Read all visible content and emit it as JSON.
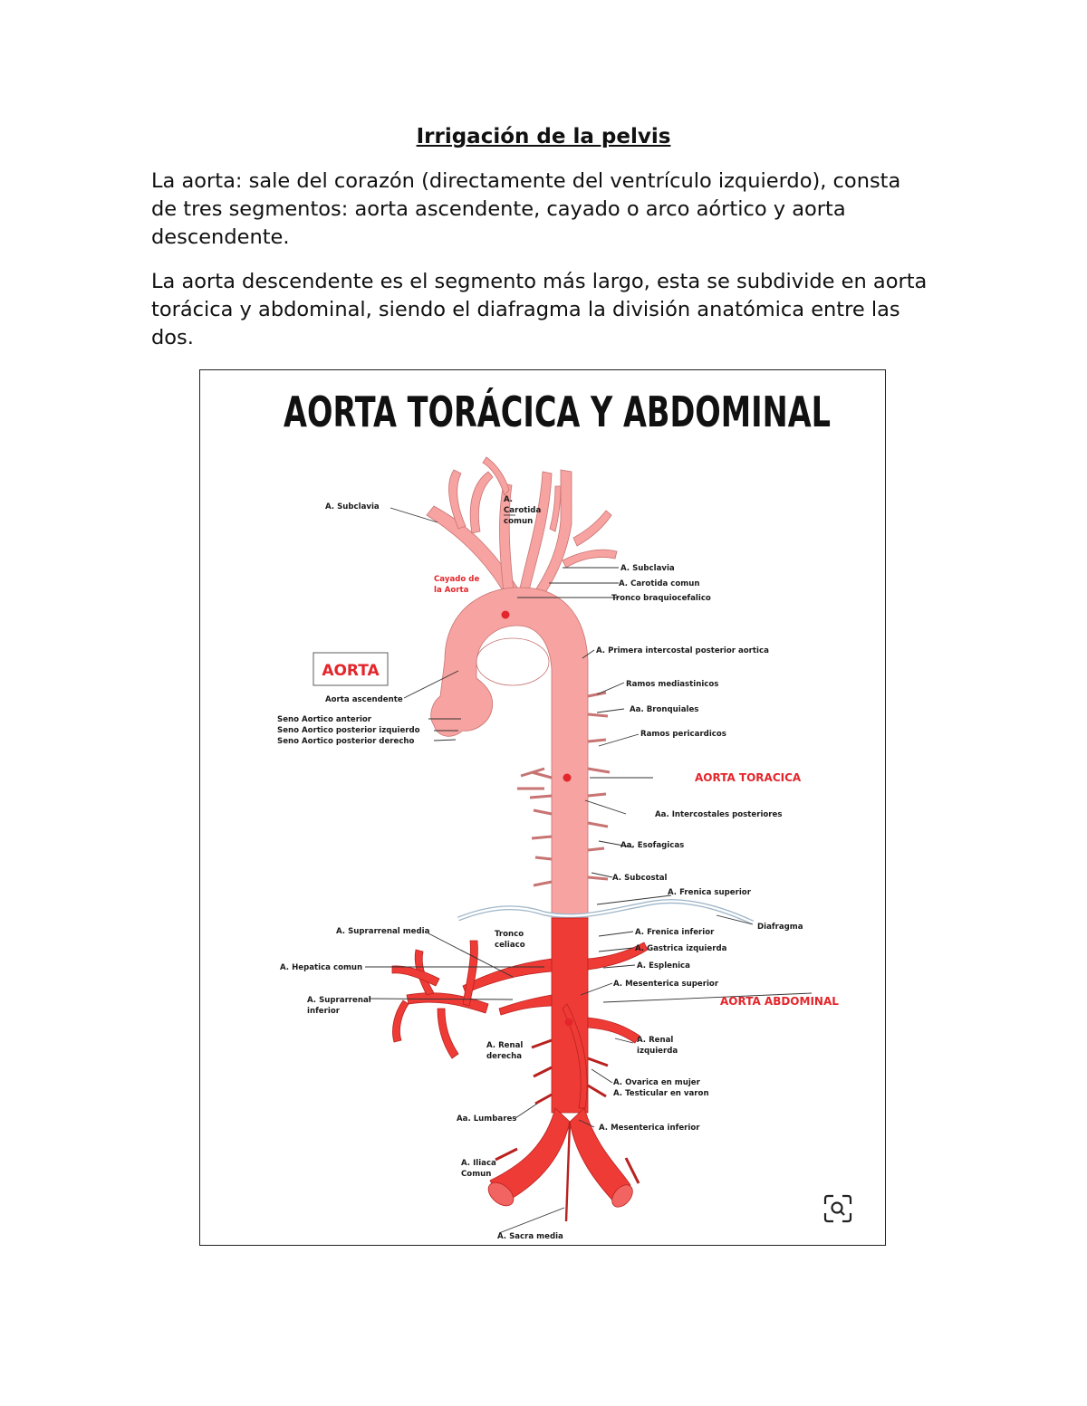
{
  "document": {
    "title": "Irrigación de la pelvis",
    "paragraphs": [
      "La aorta:  sale del corazón (directamente del ventrículo izquierdo), consta de tres segmentos: aorta ascendente, cayado o arco aórtico y aorta descendente.",
      "La aorta descendente es el segmento más largo, esta se subdivide en aorta torácica y abdominal, siendo el diafragma la división anatómica entre las dos."
    ]
  },
  "figure": {
    "title": "AORTA TORÁCICA Y ABDOMINAL",
    "boxed_label": "AORTA",
    "section_labels": {
      "thoracic": "AORTA TORACICA",
      "abdominal": "AORTA ABDOMINAL"
    },
    "colors": {
      "upper_aorta": "#f7a3a1",
      "lower_aorta": "#ef3b36",
      "accent_red": "#e3262b"
    },
    "labels": {
      "subclavia_left": "A. Subclavia",
      "carotida_1": "A.",
      "carotida_2": "Carotida",
      "carotida_3": "comun",
      "cayado_1": "Cayado de",
      "cayado_2": "la Aorta",
      "subclavia_right": "A. Subclavia",
      "carotida_comun_right": "A. Carotida comun",
      "tronco_braquiocefalico": "Tronco braquiocefalico",
      "primera_intercostal": "A. Primera intercostal posterior aortica",
      "ramos_mediastinicos": "Ramos mediastinicos",
      "bronquiales": "Aa. Bronquiales",
      "ramos_pericardicos": "Ramos pericardicos",
      "aorta_ascendente": "Aorta ascendente",
      "seno_anterior": "Seno Aortico anterior",
      "seno_post_izq": "Seno Aortico posterior izquierdo",
      "seno_post_der": "Seno Aortico posterior derecho",
      "intercostales_post": "Aa. Intercostales posteriores",
      "esofagicas": "Aa. Esofagicas",
      "subcostal": "A. Subcostal",
      "frenica_superior": "A. Frenica superior",
      "diafragma": "Diafragma",
      "suprarrenal_media": "A. Suprarrenal media",
      "tronco_celiaco_1": "Tronco",
      "tronco_celiaco_2": "celiaco",
      "frenica_inferior": "A. Frenica inferior",
      "gastrica_izq": "A. Gastrica izquierda",
      "esplenica": "A. Esplenica",
      "hepatica_comun": "A. Hepatica comun",
      "mesenterica_sup": "A. Mesenterica superior",
      "suprarrenal_inf_1": "A. Suprarrenal",
      "suprarrenal_inf_2": "inferior",
      "renal_der_1": "A. Renal",
      "renal_der_2": "derecha",
      "renal_izq_1": "A. Renal",
      "renal_izq_2": "izquierda",
      "ovarica": "A. Ovarica en mujer",
      "testicular": "A. Testicular en varon",
      "lumbares": "Aa. Lumbares",
      "mesenterica_inf": "A. Mesenterica inferior",
      "iliaca_1": "A. Iliaca",
      "iliaca_2": "Comun",
      "sacra_media": "A. Sacra media"
    },
    "icons": {
      "corner": "image-search-icon"
    }
  }
}
